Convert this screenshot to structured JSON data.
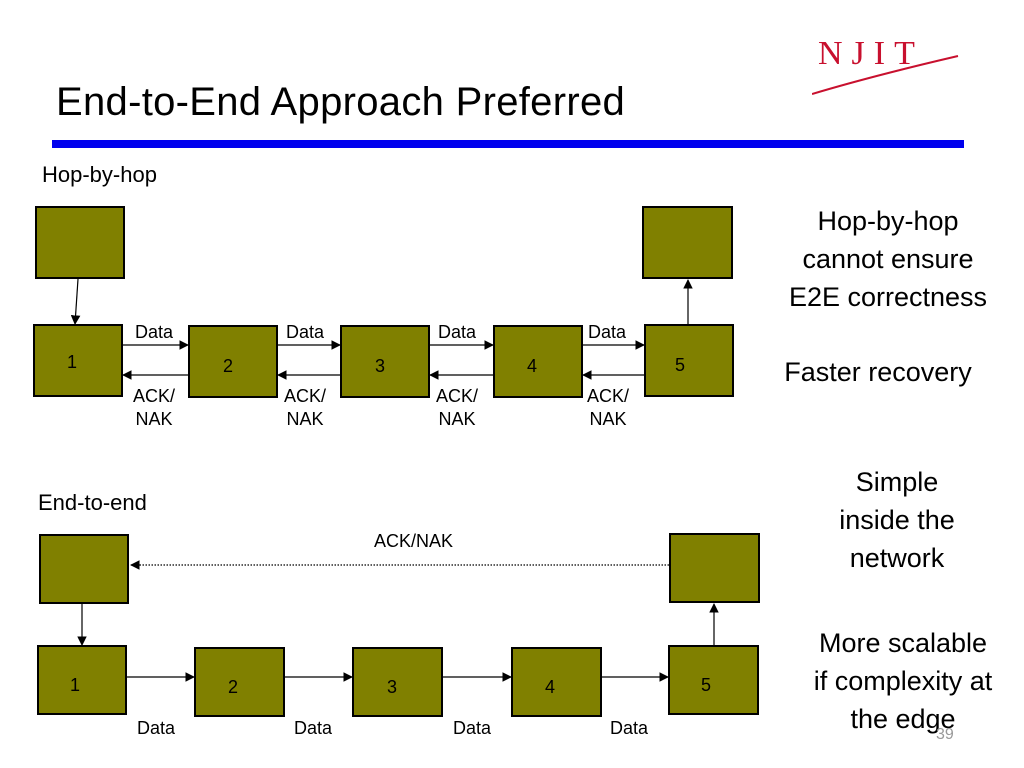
{
  "slide": {
    "title": "End-to-End Approach Preferred",
    "logo_text": "NJIT",
    "page_number": "39"
  },
  "hop_by_hop": {
    "heading": "Hop-by-hop",
    "nodes": [
      "1",
      "2",
      "3",
      "4",
      "5"
    ],
    "data_label": "Data",
    "ack_label_line1": "ACK/",
    "ack_label_line2": "NAK"
  },
  "end_to_end": {
    "heading": "End-to-end",
    "nodes": [
      "1",
      "2",
      "3",
      "4",
      "5"
    ],
    "data_label": "Data",
    "ack_label": "ACK/NAK"
  },
  "notes": {
    "hop_line1": "Hop-by-hop",
    "hop_line2": "cannot ensure",
    "hop_line3": "E2E correctness",
    "faster": "Faster recovery",
    "simple_line1": "Simple",
    "simple_line2": "inside the",
    "simple_line3": "network",
    "scalable_line1": "More scalable",
    "scalable_line2": "if complexity at",
    "scalable_line3": "the edge"
  },
  "colors": {
    "node_fill": "#808000",
    "title_rule": "#0000ee",
    "logo_red": "#c8102e"
  }
}
